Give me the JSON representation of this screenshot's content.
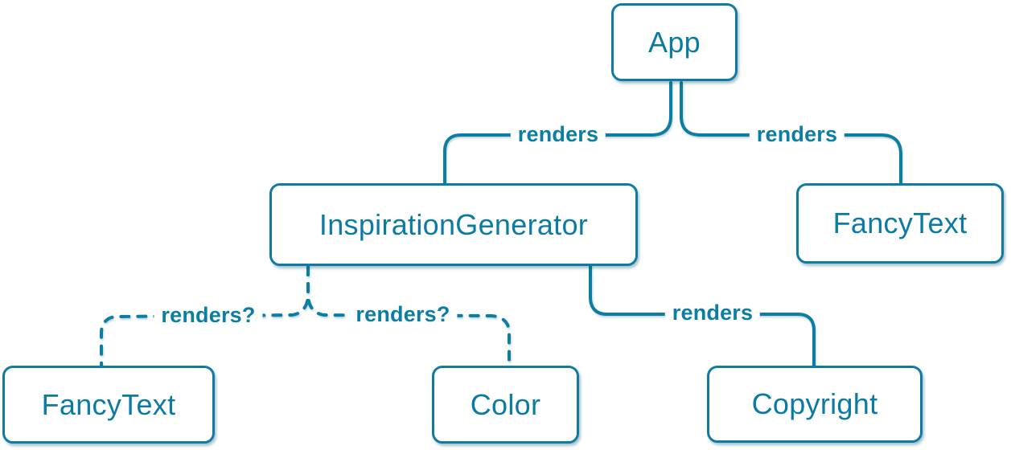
{
  "diagram": {
    "type": "react-render-tree",
    "accent_color": "#0c7ea4",
    "background_color": "#ffffff",
    "nodes": [
      {
        "id": "app",
        "label": "App"
      },
      {
        "id": "inspiration-generator",
        "label": "InspirationGenerator"
      },
      {
        "id": "fancy-text-top",
        "label": "FancyText"
      },
      {
        "id": "fancy-text-bottom",
        "label": "FancyText"
      },
      {
        "id": "color",
        "label": "Color"
      },
      {
        "id": "copyright",
        "label": "Copyright"
      }
    ],
    "edges": [
      {
        "from": "App",
        "to": "InspirationGenerator",
        "label": "renders",
        "style": "solid"
      },
      {
        "from": "App",
        "to": "FancyText",
        "label": "renders",
        "style": "solid"
      },
      {
        "from": "InspirationGenerator",
        "to": "FancyText",
        "label": "renders?",
        "style": "dashed"
      },
      {
        "from": "InspirationGenerator",
        "to": "Color",
        "label": "renders?",
        "style": "dashed"
      },
      {
        "from": "InspirationGenerator",
        "to": "Copyright",
        "label": "renders",
        "style": "solid"
      }
    ]
  }
}
